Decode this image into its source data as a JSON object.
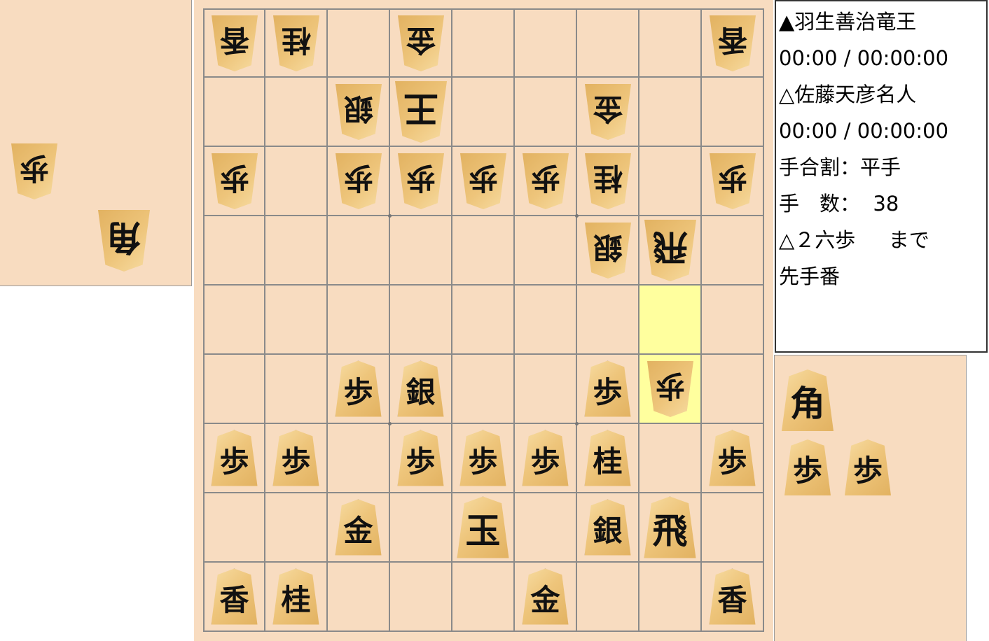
{
  "info": {
    "sente_name": "▲羽生善治竜王",
    "sente_time": "00:00 / 00:00:00",
    "gote_name": "△佐藤天彦名人",
    "gote_time": "00:00 / 00:00:00",
    "handicap": "手合割：平手",
    "move_count": "手　数：  38",
    "last_move": "△２六歩　  まで",
    "turn": "先手番"
  },
  "gote_hand": [
    "歩",
    "角"
  ],
  "sente_hand": [
    "角",
    "歩",
    "歩"
  ],
  "board": [
    [
      {
        "k": "香",
        "s": "gote"
      },
      {
        "k": "桂",
        "s": "gote"
      },
      null,
      {
        "k": "金",
        "s": "gote"
      },
      null,
      null,
      null,
      null,
      {
        "k": "香",
        "s": "gote"
      }
    ],
    [
      null,
      null,
      {
        "k": "銀",
        "s": "gote"
      },
      {
        "k": "王",
        "s": "gote"
      },
      null,
      null,
      {
        "k": "金",
        "s": "gote"
      },
      null,
      null
    ],
    [
      {
        "k": "歩",
        "s": "gote"
      },
      null,
      {
        "k": "歩",
        "s": "gote"
      },
      {
        "k": "歩",
        "s": "gote"
      },
      {
        "k": "歩",
        "s": "gote"
      },
      {
        "k": "歩",
        "s": "gote"
      },
      {
        "k": "桂",
        "s": "gote"
      },
      null,
      {
        "k": "歩",
        "s": "gote"
      }
    ],
    [
      null,
      null,
      null,
      null,
      null,
      null,
      {
        "k": "銀",
        "s": "gote"
      },
      {
        "k": "飛",
        "s": "gote"
      },
      null
    ],
    [
      null,
      null,
      null,
      null,
      null,
      null,
      null,
      null,
      null
    ],
    [
      null,
      null,
      {
        "k": "歩",
        "s": "sente"
      },
      {
        "k": "銀",
        "s": "sente"
      },
      null,
      null,
      {
        "k": "歩",
        "s": "sente"
      },
      {
        "k": "歩",
        "s": "gote"
      },
      null
    ],
    [
      {
        "k": "歩",
        "s": "sente"
      },
      {
        "k": "歩",
        "s": "sente"
      },
      null,
      {
        "k": "歩",
        "s": "sente"
      },
      {
        "k": "歩",
        "s": "sente"
      },
      {
        "k": "歩",
        "s": "sente"
      },
      {
        "k": "桂",
        "s": "sente"
      },
      null,
      {
        "k": "歩",
        "s": "sente"
      }
    ],
    [
      null,
      null,
      {
        "k": "金",
        "s": "sente"
      },
      null,
      {
        "k": "玉",
        "s": "sente"
      },
      null,
      {
        "k": "銀",
        "s": "sente"
      },
      {
        "k": "飛",
        "s": "sente"
      },
      null
    ],
    [
      {
        "k": "香",
        "s": "sente"
      },
      {
        "k": "桂",
        "s": "sente"
      },
      null,
      null,
      null,
      {
        "k": "金",
        "s": "sente"
      },
      null,
      null,
      {
        "k": "香",
        "s": "sente"
      }
    ]
  ],
  "highlights": [
    [
      4,
      7
    ],
    [
      5,
      7
    ]
  ],
  "colors": {
    "board": "#f8dcc0",
    "highlight": "#ffff9e",
    "grid": "#8a8a8a"
  }
}
